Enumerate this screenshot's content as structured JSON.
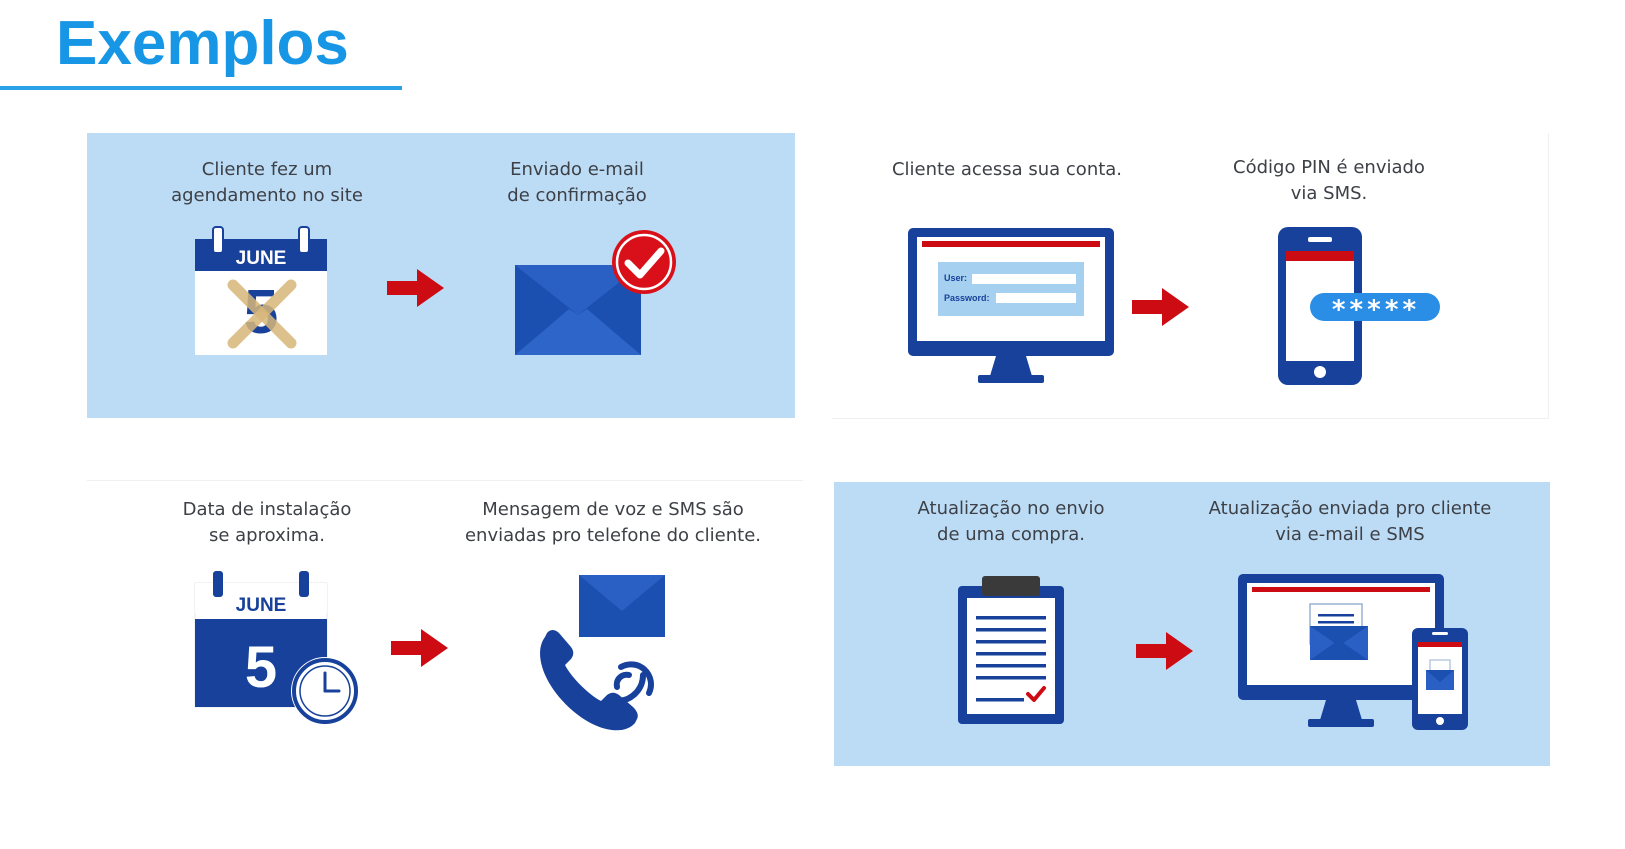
{
  "title": "Exemplos",
  "colors": {
    "title": "#1896e6",
    "panel_blue": "#bcdcf6",
    "navy": "#17419a",
    "arrow_red": "#cc0b12"
  },
  "examples": [
    {
      "captions": [
        "Cliente fez um agendamento no site",
        "Enviado e-mail de confirmação"
      ],
      "cap_lines": [
        [
          "Cliente fez um",
          "agendamento no site"
        ],
        [
          "Enviado e-mail",
          "de confirmação"
        ]
      ],
      "calendar_month": "JUNE",
      "calendar_day": "5"
    },
    {
      "captions": [
        "Cliente acessa sua conta.",
        "Código PIN é enviado via SMS."
      ],
      "cap_lines": [
        [
          "Cliente acessa sua conta."
        ],
        [
          "Código PIN é enviado",
          "via SMS."
        ]
      ],
      "user_label": "User:",
      "password_label": "Password:",
      "pin_mask": "*****"
    },
    {
      "captions": [
        "Data de instalação se aproxima.",
        "Mensagem de voz e SMS são enviadas pro telefone do cliente."
      ],
      "cap_lines": [
        [
          "Data de instalação",
          "se aproxima."
        ],
        [
          "Mensagem de voz e SMS são",
          "enviadas pro telefone do cliente."
        ]
      ],
      "calendar_month": "JUNE",
      "calendar_day": "5"
    },
    {
      "captions": [
        "Atualização no envio de uma compra.",
        "Atualização enviada pro cliente via e-mail e SMS"
      ],
      "cap_lines": [
        [
          "Atualização no envio",
          "de uma compra."
        ],
        [
          "Atualização enviada pro cliente",
          "via e-mail e SMS"
        ]
      ]
    }
  ]
}
